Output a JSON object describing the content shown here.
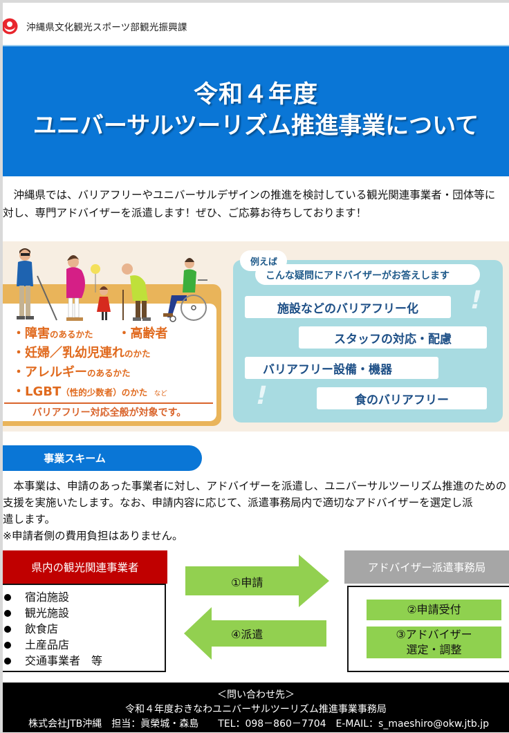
{
  "header": {
    "department": "沖縄県文化観光スポーツ部観光振興課",
    "logo_icon": "okinawa-prefecture-emblem-icon",
    "logo_color": "#e8262d"
  },
  "banner": {
    "line1": "令和４年度",
    "line2": "ユニバーサルツーリズム推進事業について",
    "background": "#0a76d6"
  },
  "intro": {
    "line1": "沖縄県では、バリアフリーやユニバーサルデザインの推進を検討している観光関連事業者・団体等に",
    "line2": "対し、専門アドバイザーを派遣します！ぜひ、ご応募お待ちしております！"
  },
  "targets": {
    "rows": [
      [
        {
          "text": "・障害",
          "size": "big"
        },
        {
          "text": "のあるかた",
          "size": "small"
        },
        {
          "text": "　　・高齢者",
          "size": "big"
        }
      ],
      [
        {
          "text": "・妊婦／乳幼児連れ",
          "size": "big"
        },
        {
          "text": "のかた",
          "size": "small"
        }
      ],
      [
        {
          "text": "・アレルギー",
          "size": "big"
        },
        {
          "text": "のあるかた",
          "size": "small"
        }
      ],
      [
        {
          "text": "・LGBT",
          "size": "big"
        },
        {
          "text": "（性的少数者）のかた",
          "size": "small"
        },
        {
          "text": "　など",
          "size": "tiny"
        }
      ]
    ],
    "footer": "バリアフリー対応全般が対象です。",
    "accent": "#e06a1e"
  },
  "qa": {
    "tag": "例えば",
    "lead": "こんな疑問にアドバイザーがお答えします",
    "items": [
      "施設などのバリアフリー化",
      "スタッフの対応・配慮",
      "バリアフリー設備・機器",
      "食のバリアフリー"
    ],
    "panel_color": "#a8dbe1",
    "text_color": "#1d4f86"
  },
  "scheme": {
    "section_label": "事業スキーム",
    "line1": "本事業は、申請のあった事業者に対し、アドバイザーを派遣し、ユニバーサルツーリズム推進のための",
    "line2": "支援を実施いたします。なお、申請内容に応じて、派遣事務局内で適切なアドバイザーを選定し派",
    "line3": "遣します。",
    "note": "※申請者側の費用負担はありません。"
  },
  "flow": {
    "businesses": {
      "title": "県内の観光関連事業者",
      "items": [
        "宿泊施設",
        "観光施設",
        "飲食店",
        "土産品店",
        "交通事業者　等"
      ],
      "header_color": "#c00000"
    },
    "arrow_apply": "①申請",
    "arrow_dispatch": "④派遣",
    "arrow_color": "#92d050",
    "office": {
      "title": "アドバイザー派遣事務局",
      "step2": "②申請受付",
      "step3_line1": "③アドバイザー",
      "step3_line2": "選定・調整",
      "header_color": "#a6a6a6"
    }
  },
  "footer": {
    "heading": "＜問い合わせ先＞",
    "office": "令和４年度おきなわユニバーサルツーリズム推進事業事務局",
    "contact": "株式会社JTB沖縄　担当：眞榮城・森島　　TEL：098－860－7704　E-MAIL：s_maeshiro@okw.jtb.jp"
  }
}
